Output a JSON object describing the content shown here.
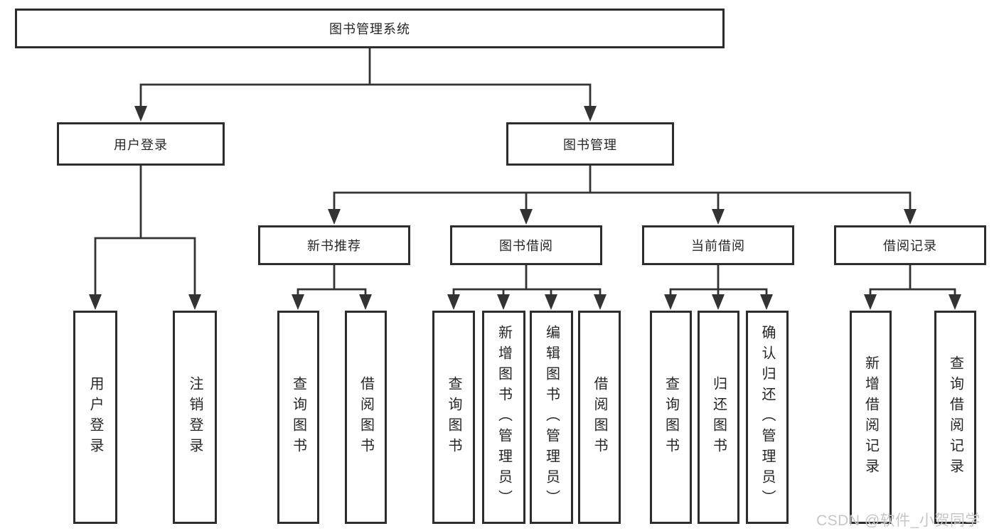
{
  "diagram": {
    "root": {
      "label": "图书管理系统"
    },
    "branches": {
      "user_login": {
        "label": "用户登录"
      },
      "book_mgmt": {
        "label": "图书管理"
      }
    },
    "modules": {
      "new_books": {
        "label": "新书推荐"
      },
      "book_borrow": {
        "label": "图书借阅"
      },
      "current_borrow": {
        "label": "当前借阅"
      },
      "borrow_records": {
        "label": "借阅记录"
      }
    },
    "leaves": {
      "user_login": [
        "用户登录",
        "注销登录"
      ],
      "new_books": [
        "查询图书",
        "借阅图书"
      ],
      "book_borrow": [
        "查询图书",
        "新增图书（管理员）",
        "编辑图书（管理员）",
        "借阅图书"
      ],
      "current_borrow": [
        "查询图书",
        "归还图书",
        "确认归还（管理员）"
      ],
      "borrow_records": [
        "新增借阅记录",
        "查询借阅记录"
      ]
    }
  },
  "watermark": "CSDN @软件_小贺同学",
  "colors": {
    "line": "#333333",
    "box_border": "#2d2d2d",
    "text": "#262626",
    "watermark": "#c6c6c6",
    "background": "#ffffff"
  }
}
